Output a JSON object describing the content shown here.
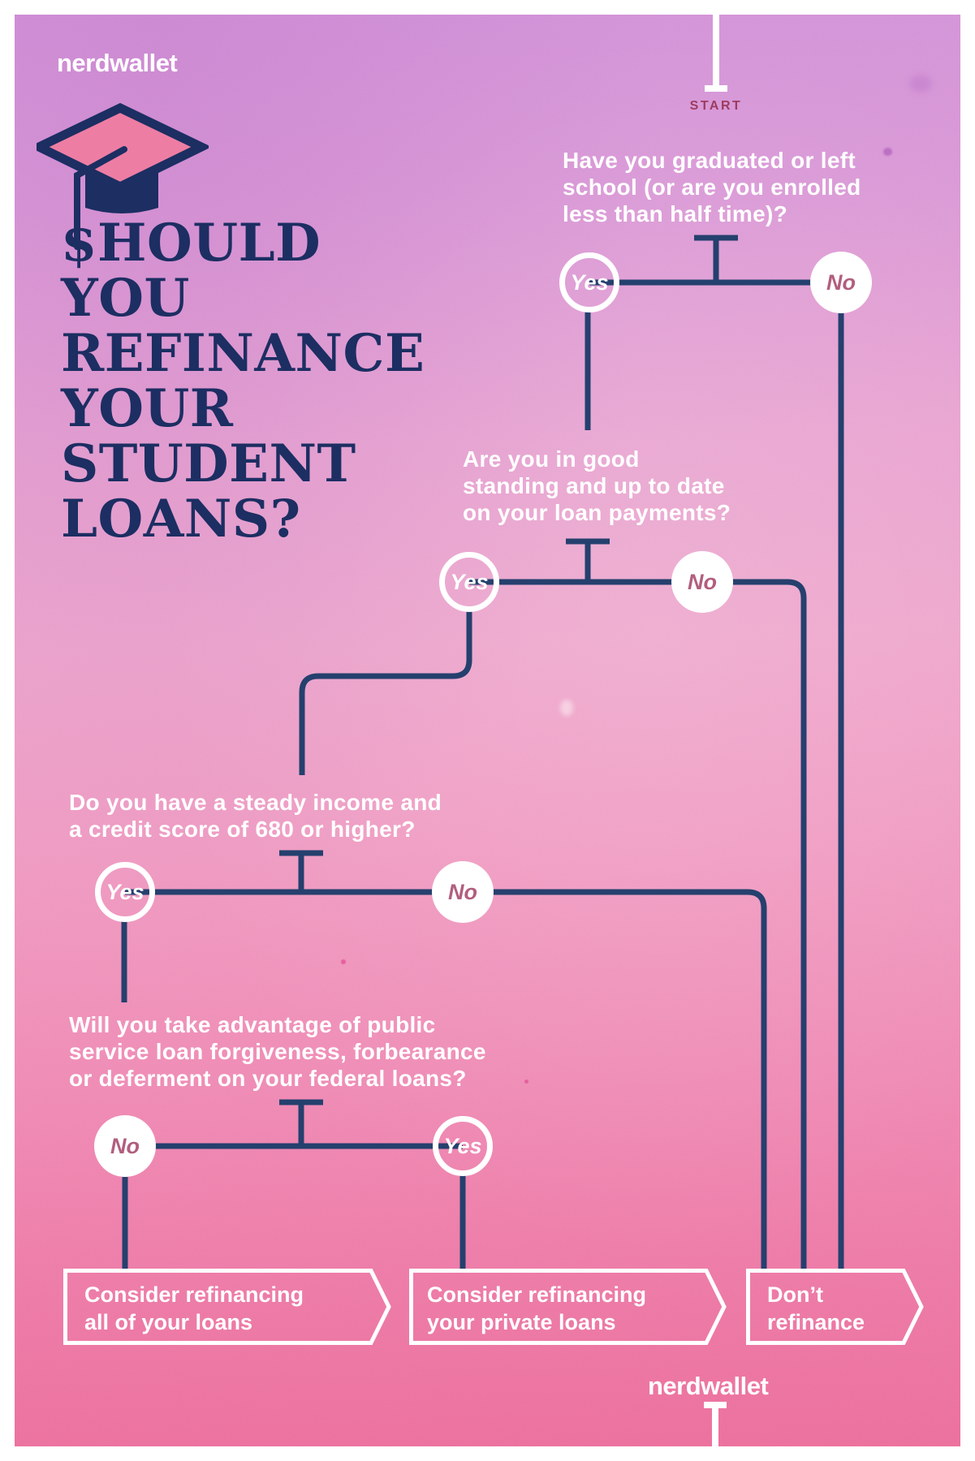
{
  "colors": {
    "background_top": "#d494da",
    "background_middle": "#f0a7cd",
    "background_bottom": "#ee6f9d",
    "line_navy": "#25406e",
    "title_navy": "#1c2e62",
    "white": "#ffffff",
    "start_maroon": "#9e3c5f",
    "no_label_maroon": "#b25e7e",
    "cap_pink": "#ee7da3"
  },
  "header": {
    "logo": "nerdwallet",
    "icon": "graduation-cap-icon",
    "title_lines": [
      "$HOULD",
      "YOU",
      "REFINANCE",
      "YOUR",
      "STUDENT",
      "LOANS?"
    ]
  },
  "flow": {
    "start_label": "START",
    "questions": [
      {
        "id": "q1",
        "lines": [
          "Have you graduated or left",
          "school (or are you enrolled",
          "less than half time)?"
        ],
        "answers": [
          {
            "label": "Yes",
            "style": "outline",
            "leads_to": "q2"
          },
          {
            "label": "No",
            "style": "solid",
            "leads_to": "dont-refinance"
          }
        ]
      },
      {
        "id": "q2",
        "lines": [
          "Are you in good",
          "standing and up to date",
          "on your loan payments?"
        ],
        "answers": [
          {
            "label": "Yes",
            "style": "outline",
            "leads_to": "q3"
          },
          {
            "label": "No",
            "style": "solid",
            "leads_to": "dont-refinance"
          }
        ]
      },
      {
        "id": "q3",
        "lines": [
          "Do you have a steady income and",
          "a credit score of 680 or higher?"
        ],
        "answers": [
          {
            "label": "Yes",
            "style": "outline",
            "leads_to": "q4"
          },
          {
            "label": "No",
            "style": "solid",
            "leads_to": "dont-refinance"
          }
        ]
      },
      {
        "id": "q4",
        "lines": [
          "Will you take advantage of public",
          "service loan forgiveness, forbearance",
          "or deferment on your federal loans?"
        ],
        "answers": [
          {
            "label": "No",
            "style": "solid",
            "leads_to": "consider-refinancing-all"
          },
          {
            "label": "Yes",
            "style": "outline",
            "leads_to": "consider-refinancing-private"
          }
        ]
      }
    ],
    "outcomes": [
      {
        "id": "consider-refinancing-all",
        "lines": [
          "Consider refinancing",
          "all of your loans"
        ]
      },
      {
        "id": "consider-refinancing-private",
        "lines": [
          "Consider refinancing",
          "your private loans"
        ]
      },
      {
        "id": "dont-refinance",
        "lines": [
          "Don’t",
          "refinance"
        ]
      }
    ]
  },
  "footer": {
    "logo": "nerdwallet"
  }
}
